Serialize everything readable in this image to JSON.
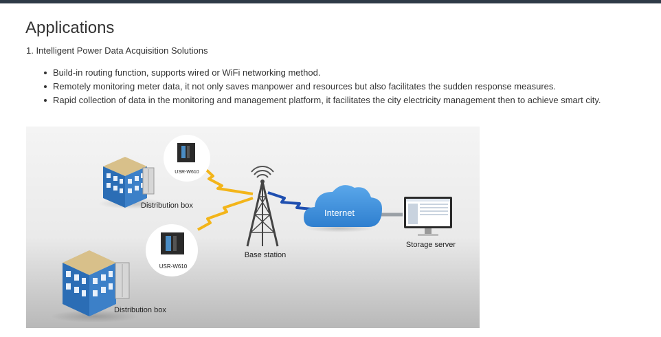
{
  "page": {
    "heading": "Applications",
    "section_title": "1. Intelligent Power Data Acquisition Solutions",
    "bullets": [
      "Build-in routing function, supports wired or WiFi networking method.",
      "Remotely monitoring meter data, it not only saves manpower and resources but also facilitates the sudden response measures.",
      "Rapid collection of data in the monitoring and management platform, it facilitates the city electricity management then to achieve smart city."
    ]
  },
  "diagram": {
    "device_model_top": "USR-W610",
    "device_model_bottom": "USR-W610",
    "distribution_box_top": "Distribution box",
    "distribution_box_bottom": "Distribution box",
    "base_station": "Base station",
    "internet": "Internet",
    "storage_server": "Storage server"
  },
  "colors": {
    "top_bar": "#2e3a47",
    "cloud_blue": "#3d8fd8",
    "link_yellow": "#f3b51a",
    "link_blue": "#1f4fb0",
    "building_blue": "#2b6db5"
  }
}
